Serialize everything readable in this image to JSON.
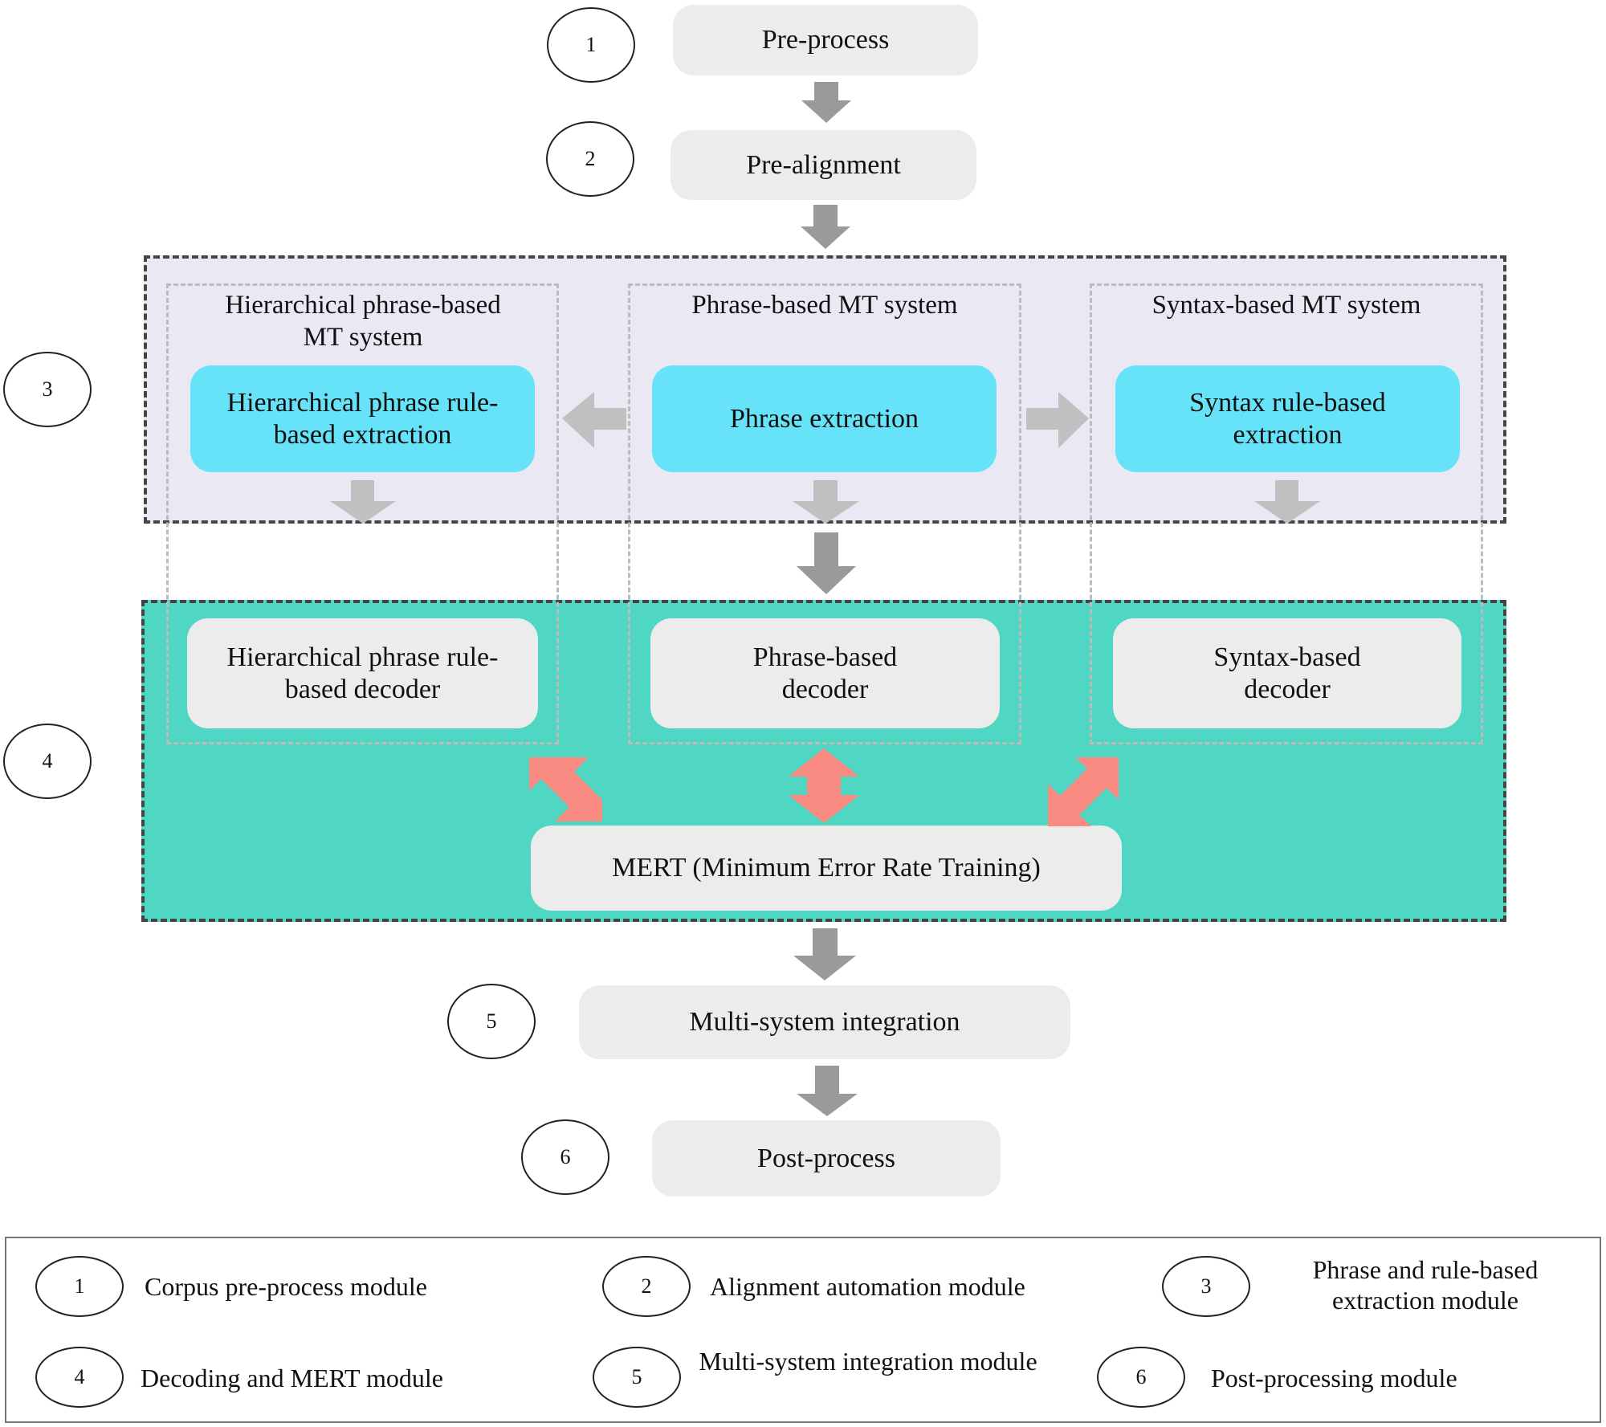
{
  "steps": [
    {
      "num": "1",
      "label": "Pre-process"
    },
    {
      "num": "2",
      "label": "Pre-alignment"
    },
    {
      "num": "5",
      "label": "Multi-system integration"
    },
    {
      "num": "6",
      "label": "Post-process"
    }
  ],
  "module3": {
    "num": "3",
    "columns": [
      {
        "title": "Hierarchical phrase-based MT system",
        "extraction": "Hierarchical phrase rule-based extraction"
      },
      {
        "title": "Phrase-based MT system",
        "extraction": "Phrase extraction"
      },
      {
        "title": "Syntax-based MT system",
        "extraction": "Syntax rule-based extraction"
      }
    ]
  },
  "module4": {
    "num": "4",
    "decoders": [
      "Hierarchical phrase rule-based decoder",
      "Phrase-based decoder",
      "Syntax-based decoder"
    ],
    "mert": "MERT (Minimum Error Rate Training)"
  },
  "legend": [
    {
      "num": "1",
      "label": "Corpus pre-process module"
    },
    {
      "num": "2",
      "label": "Alignment automation module"
    },
    {
      "num": "3",
      "label": "Phrase and rule-based extraction module"
    },
    {
      "num": "4",
      "label": "Decoding and MERT module"
    },
    {
      "num": "5",
      "label": "Multi-system integration module"
    },
    {
      "num": "6",
      "label": "Post-processing module"
    }
  ],
  "colors": {
    "step_box": "#ececec",
    "extraction_box": "#66e3f8",
    "module3_bg": "#e9e8f3",
    "module4_bg": "#4fd7c3",
    "flow_arrow": "#9a9a9a",
    "inner_arrow": "#c0c0c0",
    "mert_arrow": "#fa8b83"
  }
}
